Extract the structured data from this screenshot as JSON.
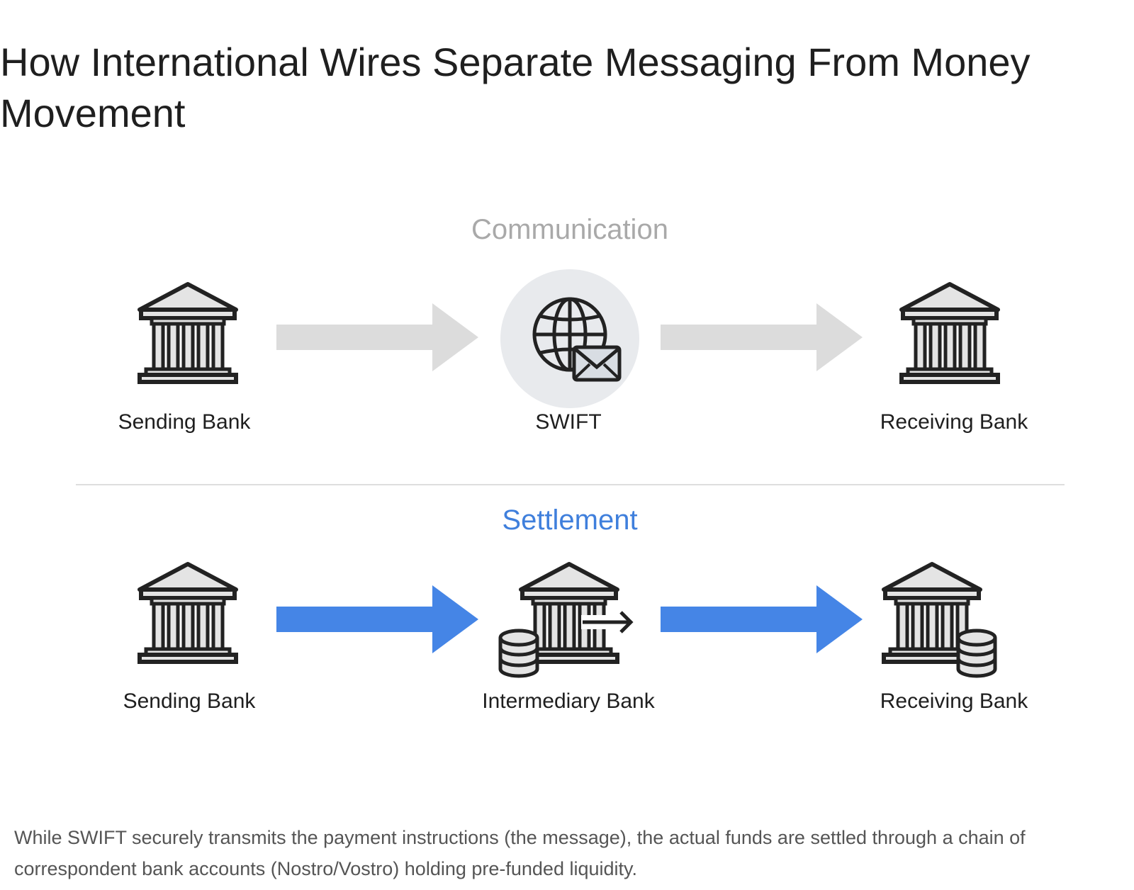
{
  "title": "How International Wires Separate Messaging From Money Movement",
  "colors": {
    "communication_arrow": "#dcdcdc",
    "settlement_arrow": "#4585e6",
    "settlement_heading": "#3f7fdc",
    "communication_heading": "#a9a9a9",
    "bank_icon_fill": "#e4e4e4",
    "bank_icon_stroke": "#222222",
    "swift_circle": "#e8eaed"
  },
  "communication": {
    "heading": "Communication",
    "nodes": [
      {
        "label": "Sending Bank",
        "icon": "bank-icon"
      },
      {
        "label": "SWIFT",
        "icon": "globe-envelope-icon"
      },
      {
        "label": "Receiving Bank",
        "icon": "bank-icon"
      }
    ]
  },
  "settlement": {
    "heading": "Settlement",
    "nodes": [
      {
        "label": "Sending Bank",
        "icon": "bank-icon"
      },
      {
        "label": "Intermediary Bank",
        "icon": "bank-transfer-coins-icon"
      },
      {
        "label": "Receiving Bank",
        "icon": "bank-coins-icon"
      }
    ]
  },
  "caption": "While SWIFT securely transmits the payment instructions (the message), the actual funds are settled through a chain of correspondent bank accounts (Nostro/Vostro) holding pre-funded liquidity."
}
